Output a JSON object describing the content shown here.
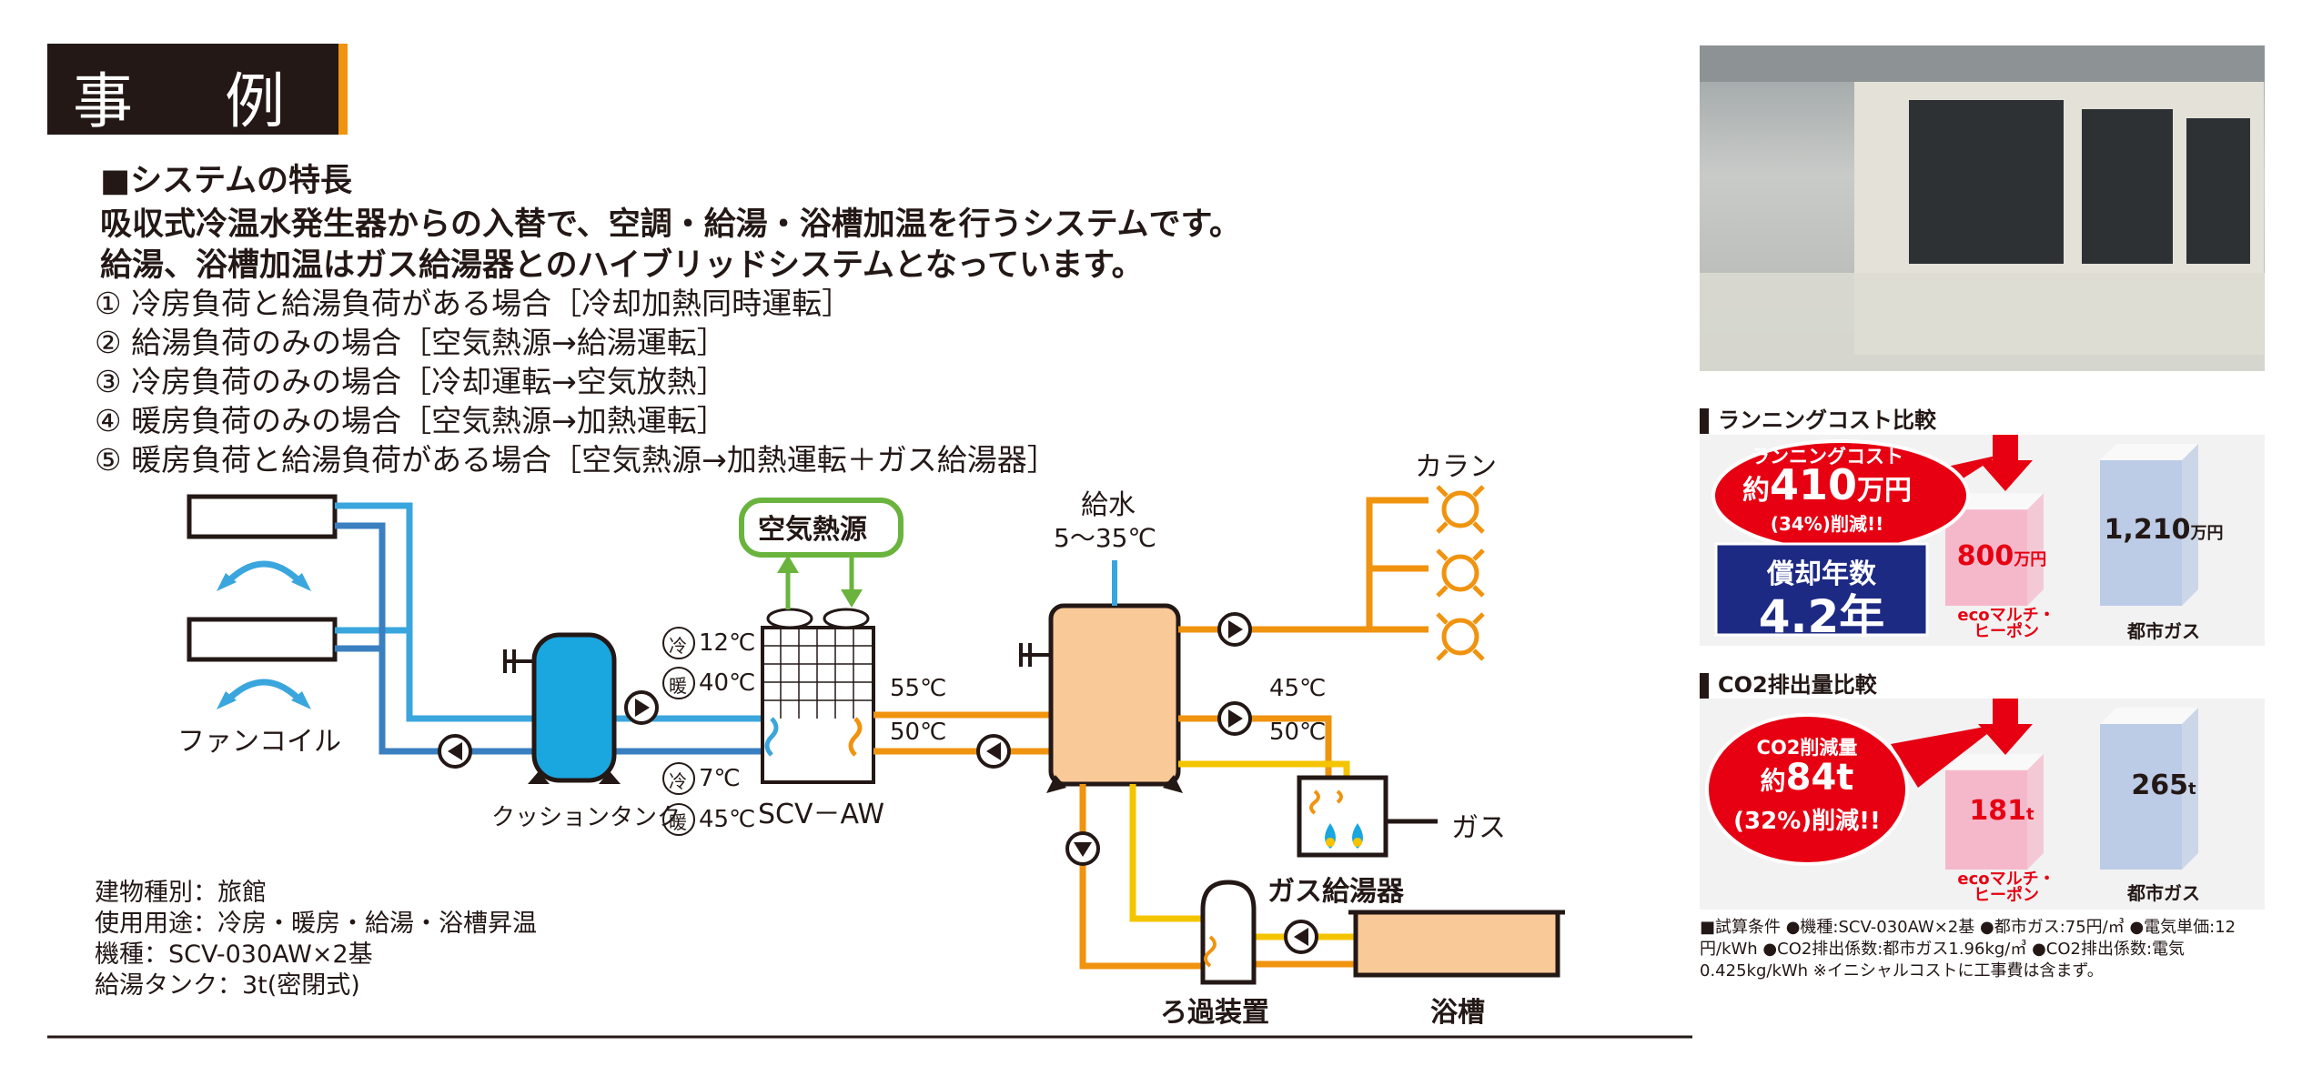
{
  "header": {
    "title": "事 例"
  },
  "features": {
    "heading": "■システムの特長",
    "line1": "吸収式冷温水発生器からの入替で、空調・給湯・浴槽加温を行うシステムです。",
    "line2": "給湯、浴槽加温はガス給湯器とのハイブリッドシステムとなっています。"
  },
  "modes": [
    "① 冷房負荷と給湯負荷がある場合［冷却加熱同時運転］",
    "② 給湯負荷のみの場合［空気熱源→給湯運転］",
    "③ 冷房負荷のみの場合［冷却運転→空気放熱］",
    "④ 暖房負荷のみの場合［空気熱源→加熱運転］",
    "⑤ 暖房負荷と給湯負荷がある場合［空気熱源→加熱運転＋ガス給湯器］"
  ],
  "diagram": {
    "fan_coil": "ファンコイル",
    "cushion_tank": "クッションタンク",
    "air_source": "空気熱源",
    "scv": "SCV－AW",
    "cool_12": "冷",
    "cool_12_temp": "12℃",
    "warm_40": "暖",
    "warm_40_temp": "40℃",
    "cool_7": "冷",
    "cool_7_temp": "7℃",
    "warm_45": "暖",
    "warm_45_temp": "45℃",
    "t55": "55℃",
    "t50a": "50℃",
    "water_supply": "給水",
    "water_temp": "5〜35℃",
    "faucet": "カラン",
    "t45": "45℃",
    "t50b": "50℃",
    "gas": "ガス",
    "gas_heater": "ガス給湯器",
    "filter": "ろ過装置",
    "bathtub": "浴槽"
  },
  "building": [
    "建物種別：旅館",
    "使用用途：冷房・暖房・給湯・浴槽昇温",
    "機種：SCV-030AW×2基",
    "給湯タンク：3t(密閉式)"
  ],
  "running_cost": {
    "heading": "ランニングコスト比較",
    "bubble_l1": "ランニングコスト",
    "bubble_pre": "約",
    "bubble_num": "410",
    "bubble_unit": "万円",
    "bubble_l3": "(34%)削減!!",
    "payback_l1": "償却年数",
    "payback_l2": "4.2年",
    "eco_value": "800",
    "eco_unit": "万円",
    "gas_value": "1,210",
    "gas_unit": "万円",
    "eco_label_1": "ecoマルチ・",
    "eco_label_2": "ヒーポン",
    "gas_label": "都市ガス"
  },
  "co2": {
    "heading": "CO2排出量比較",
    "bubble_l1": "CO2削減量",
    "bubble_pre": "約",
    "bubble_num": "84t",
    "bubble_l3": "(32%)削減!!",
    "eco_value": "181",
    "eco_unit": "t",
    "gas_value": "265",
    "gas_unit": "t",
    "eco_label_1": "ecoマルチ・",
    "eco_label_2": "ヒーポン",
    "gas_label": "都市ガス"
  },
  "chart_data": [
    {
      "type": "bar",
      "title": "ランニングコスト比較",
      "categories": [
        "ecoマルチ・ヒーポン",
        "都市ガス"
      ],
      "values": [
        800,
        1210
      ],
      "unit": "万円"
    },
    {
      "type": "bar",
      "title": "CO2排出量比較",
      "categories": [
        "ecoマルチ・ヒーポン",
        "都市ガス"
      ],
      "values": [
        181,
        265
      ],
      "unit": "t"
    }
  ],
  "footnote": "■試算条件 ●機種:SCV-030AW×2基 ●都市ガス:75円/㎥ ●電気単価:12円/kWh ●CO2排出係数:都市ガス1.96kg/㎥ ●CO2排出係数:電気0.425kg/kWh ※イニシャルコストに工事費は含まず。",
  "colors": {
    "blue_pipe": "#3aa6dd",
    "orange_pipe": "#f0930f",
    "yellow_pipe": "#f5c400",
    "tank_blue": "#1aa6df",
    "tank_beige": "#f9c998",
    "green": "#6ab43e",
    "red_bubble": "#e60012",
    "navy": "#1d2a84",
    "bar_pink": "#f5b8cb",
    "bar_blue": "#bccbe6"
  }
}
